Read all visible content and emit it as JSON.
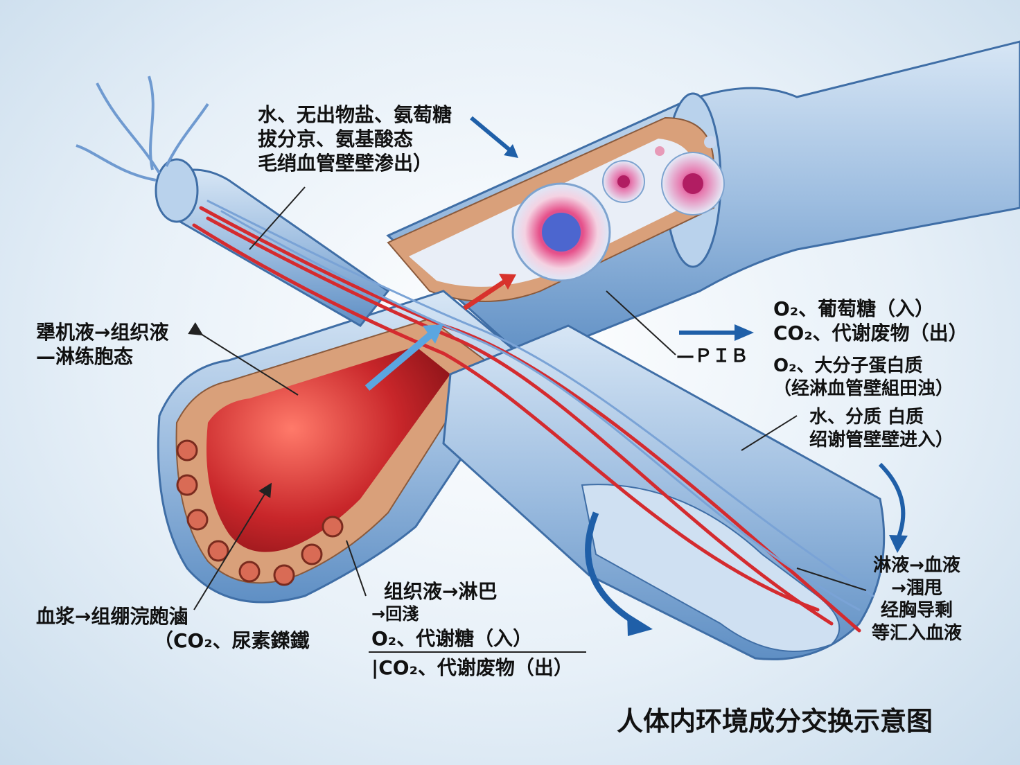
{
  "title": "人体内环境成分交换示意图",
  "labels": {
    "top_left": [
      "水、无出物盐、氨萄糖",
      "拔分京、氨基酸态",
      "毛绡血管壁壁渗出）"
    ],
    "mid_left": [
      "犟机液→组织液",
      "—淋练胞态"
    ],
    "right_exchange": [
      "O₂、葡萄糖（入）",
      "CO₂、代谢废物（出）"
    ],
    "small_mark": "—ＰＩＢ",
    "right_protein": [
      "O₂、大分子蛋白质",
      "（经淋血管壁組田浊）"
    ],
    "right_water": [
      "水、分质  白质",
      "绍谢管壁壁进入）"
    ],
    "right_lymph": [
      "淋液→血液",
      "→涠甩",
      "经胸导剩",
      "等汇入血液"
    ],
    "bottom_left": [
      "血浆→组绷浣皰滷",
      "（CO₂、尿素鑅鐵"
    ],
    "bottom_mid_top": [
      "组织液→淋巴",
      "→回淺"
    ],
    "bottom_mid_in": "O₂、代谢糖（入）",
    "bottom_mid_out": "|CO₂、代谢废物（出）"
  },
  "colors": {
    "vessel_blue": "#5f8fc4",
    "blood_red": "#c8262a",
    "wall_tan": "#d9a07a",
    "arrow_blue": "#1f5fa8",
    "arrow_red": "#d8322c"
  }
}
